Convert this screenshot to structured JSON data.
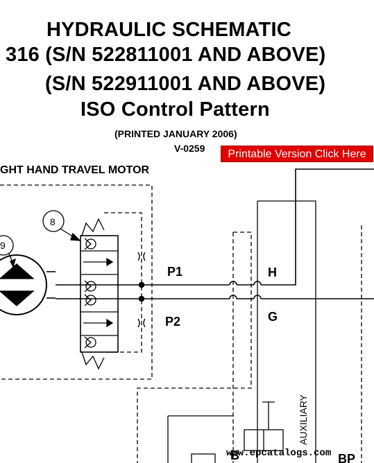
{
  "header": {
    "line1": "HYDRAULIC SCHEMATIC",
    "line2": "316 (S/N 522811001 AND ABOVE)",
    "line3": "(S/N 522911001 AND ABOVE)",
    "line4": "ISO Control Pattern",
    "printed": "(PRINTED JANUARY 2006)",
    "version": "V-0259",
    "printable_link": "Printable Version Click Here"
  },
  "diagram": {
    "section_label": "GHT HAND TRAVEL MOTOR",
    "callout_8": "8",
    "callout_9": "9",
    "ports": {
      "p1": "P1",
      "p2": "P2",
      "h": "H",
      "g": "G",
      "b": "B",
      "bp": "BP"
    },
    "auxiliary_label": "AUXILIARY",
    "watermark": "www.epcatalogs.com"
  },
  "colors": {
    "line": "#000000",
    "link_bg": "#e00000",
    "link_text": "#ffffff"
  }
}
